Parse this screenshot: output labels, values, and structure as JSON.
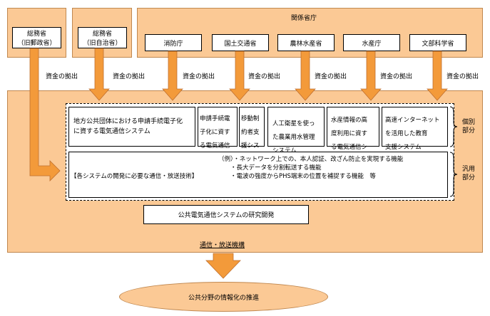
{
  "ministries": {
    "mpt": {
      "name": "総務省",
      "sub": "（旧郵政省）"
    },
    "mha": {
      "name": "総務省",
      "sub": "（旧自治省）"
    },
    "group_title": "関係省庁",
    "agencies": [
      "消防庁",
      "国土交通省",
      "農林水産省",
      "水産庁",
      "文部科学省"
    ]
  },
  "funding_label": "資金の拠出",
  "systems": {
    "local_gov": "地方公共団体における申請手続電子化\nに資する電気通信システム",
    "electronic_app": "申請手続電\n子化に資す\nる電気通信\nシステム",
    "mobile_restricted": "移動制\n約者支\n援シス\nテム",
    "satellite_agri": "人工衛星を使っ\nた農業用水管理\nシステム",
    "fishery": "水産情報の高\n度利用に資す\nる電気通信シ\nステム",
    "education": "高速インターネット\nを活用した教育\n支援システム"
  },
  "individual_label": "個別\n部分",
  "common": {
    "bracket_label": "【各システムの開発に必要な通信・放送技術】",
    "example_line1": "（例）・ネットワーク上での、本人認証、改ざん防止を実現する機能",
    "example_line2": "・長大データを分割転送する機能",
    "example_line3": "・電波の強度からPHS端末の位置を補捉する機能　等"
  },
  "general_label": "汎用\n部分",
  "research": "公共電気通信システムの研究開発",
  "org": "通信・放送機構",
  "result": "公共分野の情報化の推進",
  "colors": {
    "orange": "#fbc995",
    "arrow": "#f39a3a"
  }
}
